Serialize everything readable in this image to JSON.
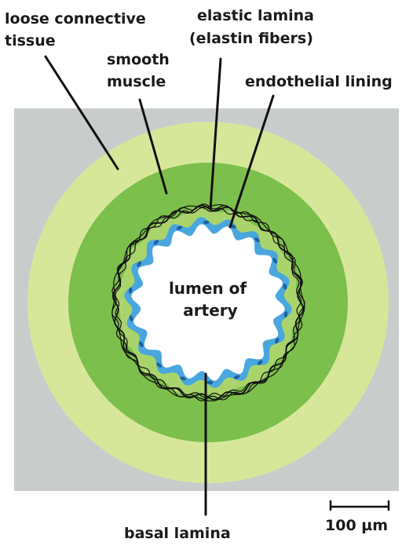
{
  "labels": {
    "loose_connective_tissue": [
      "loose connective",
      "tissue"
    ],
    "smooth_muscle": [
      "smooth",
      "muscle"
    ],
    "elastic_lamina": [
      "elastic lamina",
      "(elastin fibers)"
    ],
    "endothelial_lining": "endothelial lining",
    "lumen": [
      "lumen of",
      "artery"
    ],
    "basal_lamina": "basal lamina",
    "scale_bar": "100 µm"
  },
  "colors": {
    "background_square": "#c8cdcc",
    "loose_connective_tissue": "#d7e79a",
    "smooth_muscle": "#7dbf4c",
    "basal_lamina_layer": "#a9d46c",
    "endothelial_lining": "#49a7dd",
    "lumen": "#ffffff",
    "elastic_lamina_fibers": "#111111"
  }
}
